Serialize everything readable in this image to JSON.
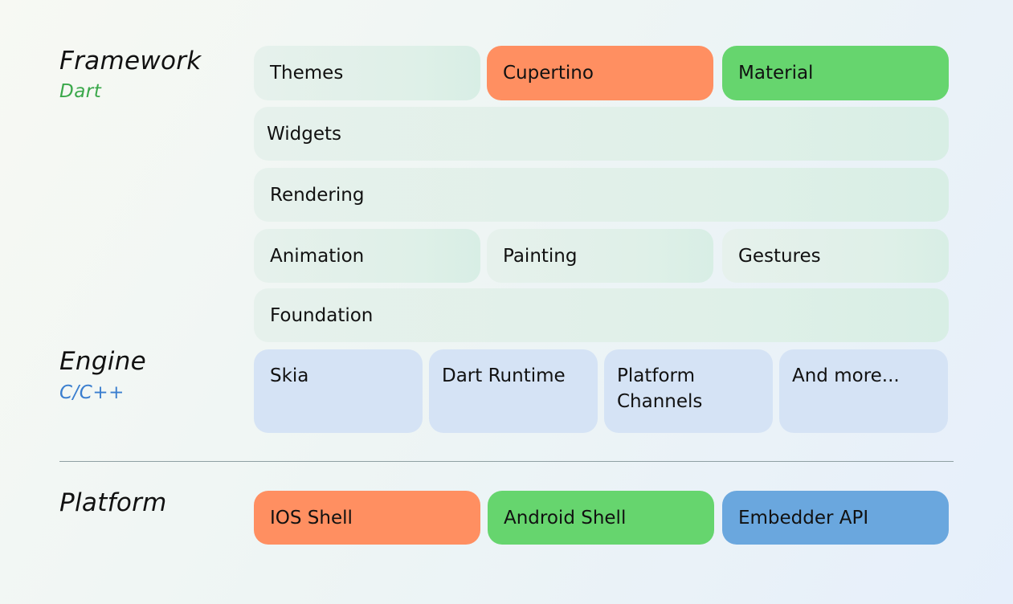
{
  "colors": {
    "dart_accent": "#3aa84a",
    "cpp_accent": "#3a7ecf",
    "orange": "#ff8f61",
    "green": "#66d56e",
    "blue": "#6aa7de"
  },
  "framework": {
    "title": "Framework",
    "subtitle": "Dart",
    "row1": [
      "Themes",
      "Cupertino",
      "Material"
    ],
    "widgets": "Widgets",
    "rendering": "Rendering",
    "row4": [
      "Animation",
      "Painting",
      "Gestures"
    ],
    "foundation": "Foundation"
  },
  "engine": {
    "title": "Engine",
    "subtitle": "C/C++",
    "items": [
      "Skia",
      "Dart Runtime",
      "Platform Channels",
      "And more..."
    ]
  },
  "platform": {
    "title": "Platform",
    "items": [
      "IOS Shell",
      "Android Shell",
      "Embedder API"
    ]
  }
}
